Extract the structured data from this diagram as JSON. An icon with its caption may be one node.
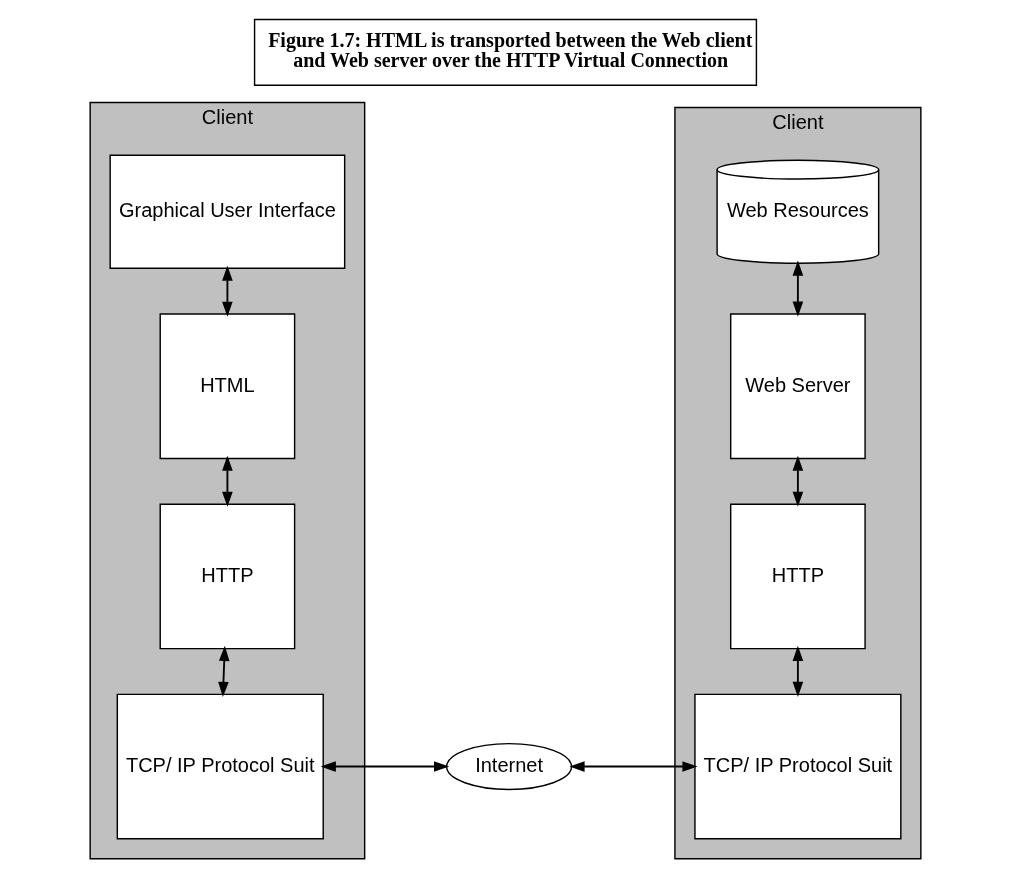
{
  "diagram": {
    "title": "Figure 1.7: HTML is transported between the Web client and Web server over the HTTP Virtual Connection",
    "nodes": [
      {
        "text": [
          "Client"
        ]
      },
      {
        "text": [
          "Graphical User Interface"
        ],
        "in": 0
      },
      {
        "text": [
          "HTML"
        ],
        "in": 0
      },
      {
        "text": [
          "HTTP"
        ],
        "in": 0
      },
      {
        "text": [
          "TCP/ IP Protocol Suit"
        ],
        "in": 0
      },
      {
        "text": [
          "Client"
        ]
      },
      {
        "text": [
          "Web Resources"
        ],
        "in": 5
      },
      {
        "text": [
          "Web Server"
        ],
        "in": 5
      },
      {
        "text": [
          "HTTP"
        ],
        "in": 5
      },
      {
        "text": [
          "TCP/ IP Protocol Suit"
        ],
        "in": 5
      },
      {
        "text": [
          "Internet"
        ]
      }
    ],
    "edges": [
      {
        "from": 1,
        "to": 2,
        "arrow": "both"
      },
      {
        "from": 2,
        "to": 3,
        "arrow": "both"
      },
      {
        "from": 3,
        "to": 4,
        "arrow": "both"
      },
      {
        "from": 6,
        "to": 7,
        "arrow": "both"
      },
      {
        "from": 7,
        "to": 8,
        "arrow": "both"
      },
      {
        "from": 8,
        "to": 9,
        "arrow": "both"
      },
      {
        "from": 4,
        "to": 10,
        "arrow": "both"
      },
      {
        "from": 10,
        "to": 9,
        "arrow": "both"
      }
    ]
  }
}
